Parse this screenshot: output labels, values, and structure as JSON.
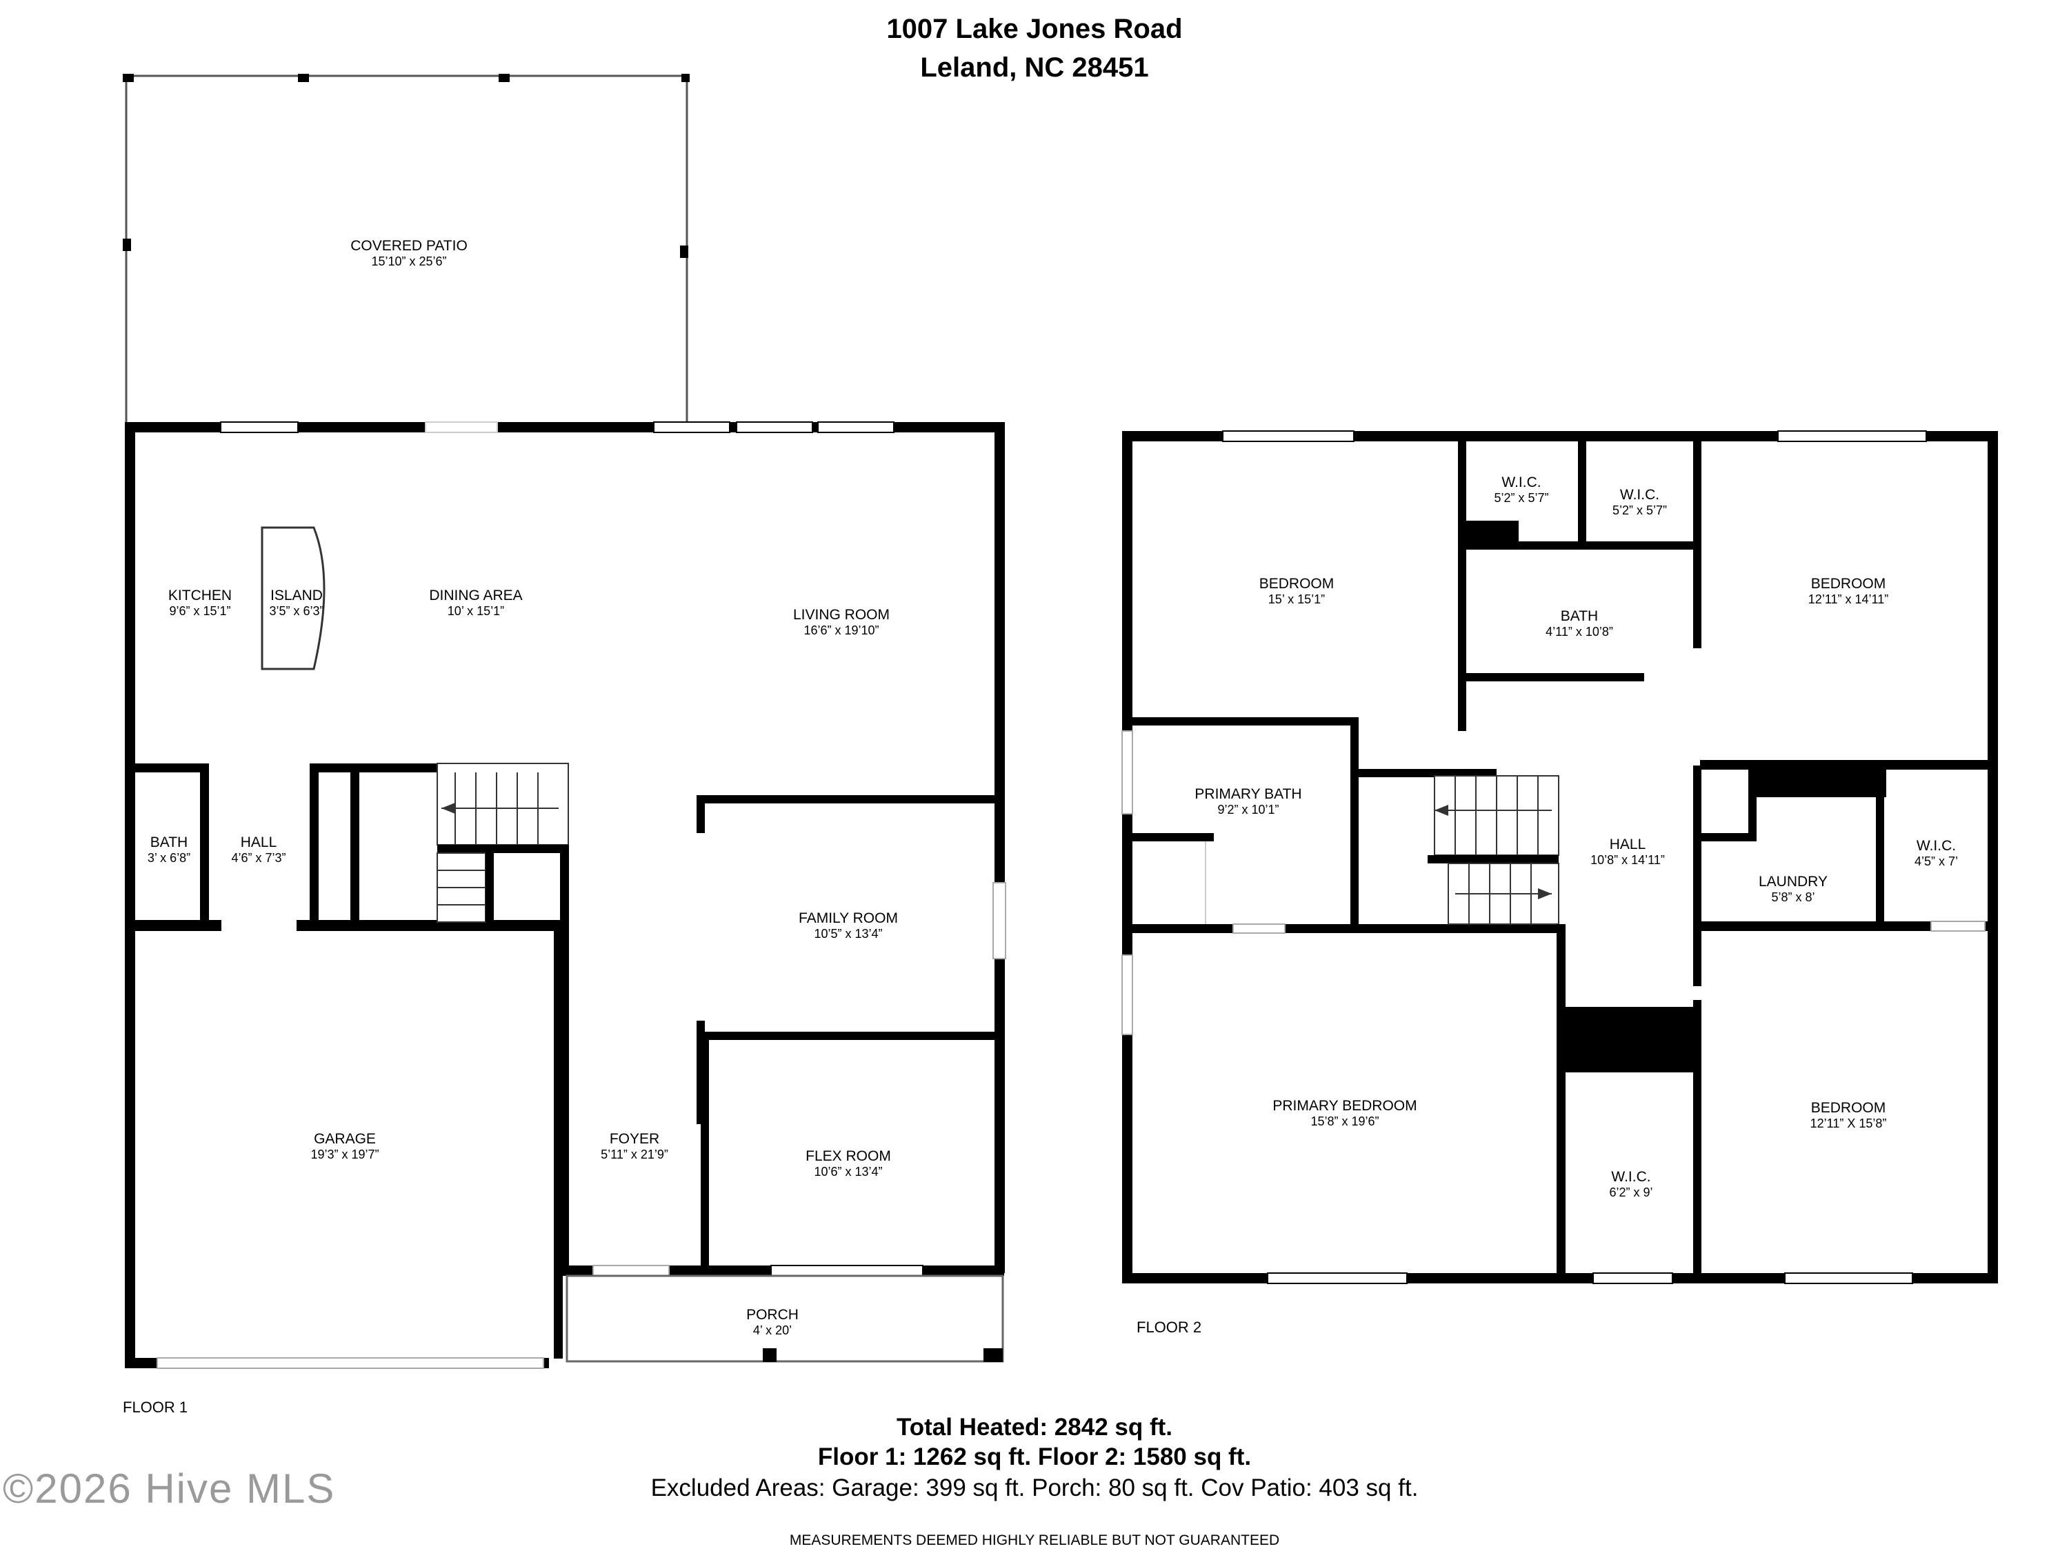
{
  "header": {
    "line1": "1007 Lake Jones Road",
    "line2": "Leland, NC 28451"
  },
  "floor1": {
    "label": "FLOOR 1",
    "rooms": {
      "covered_patio": {
        "name": "COVERED PATIO",
        "dims": "15’10” x 25’6”"
      },
      "kitchen": {
        "name": "KITCHEN",
        "dims": "9’6” x 15’1”"
      },
      "island": {
        "name": "ISLAND",
        "dims": "3’5” x 6’3”"
      },
      "dining_area": {
        "name": "DINING AREA",
        "dims": "10’ x 15’1”"
      },
      "living_room": {
        "name": "LIVING ROOM",
        "dims": "16’6” x 19’10”"
      },
      "bath": {
        "name": "BATH",
        "dims": "3’ x 6’8”"
      },
      "hall": {
        "name": "HALL",
        "dims": "4’6” x 7’3”"
      },
      "family_room": {
        "name": "FAMILY ROOM",
        "dims": "10’5” x 13’4”"
      },
      "garage": {
        "name": "GARAGE",
        "dims": "19’3” x 19’7”"
      },
      "foyer": {
        "name": "FOYER",
        "dims": "5’11” x 21’9”"
      },
      "flex_room": {
        "name": "FLEX ROOM",
        "dims": "10’6” x 13’4”"
      },
      "porch": {
        "name": "PORCH",
        "dims": "4’ x 20’"
      }
    }
  },
  "floor2": {
    "label": "FLOOR 2",
    "rooms": {
      "bedroom_nw": {
        "name": "BEDROOM",
        "dims": "15’ x 15’1”"
      },
      "wic_1": {
        "name": "W.I.C.",
        "dims": "5’2” x 5’7”"
      },
      "wic_2": {
        "name": "W.I.C.",
        "dims": "5’2” x 5’7”"
      },
      "bath": {
        "name": "BATH",
        "dims": "4’11” x 10’8”"
      },
      "bedroom_ne": {
        "name": "BEDROOM",
        "dims": "12’11” x 14’11”"
      },
      "primary_bath": {
        "name": "PRIMARY BATH",
        "dims": "9’2” x 10’1”"
      },
      "hall": {
        "name": "HALL",
        "dims": "10’8” x 14’11”"
      },
      "laundry": {
        "name": "LAUNDRY",
        "dims": "5’8” x 8’"
      },
      "wic_3": {
        "name": "W.I.C.",
        "dims": "4’5” x 7’"
      },
      "primary_bedroom": {
        "name": "PRIMARY BEDROOM",
        "dims": "15’8” x 19’6”"
      },
      "wic_4": {
        "name": "W.I.C.",
        "dims": "6’2” x 9’"
      },
      "bedroom_se": {
        "name": "BEDROOM",
        "dims": "12’11” X 15’8”"
      }
    }
  },
  "totals": {
    "heated": "Total Heated: 2842 sq ft.",
    "floors": "Floor 1: 1262 sq ft. Floor 2: 1580 sq ft.",
    "excluded": "Excluded Areas: Garage: 399 sq ft. Porch: 80 sq ft. Cov Patio: 403 sq ft."
  },
  "watermark": "©2026 Hive MLS",
  "disclaimer": "MEASUREMENTS DEEMED HIGHLY RELIABLE BUT NOT GUARANTEED"
}
